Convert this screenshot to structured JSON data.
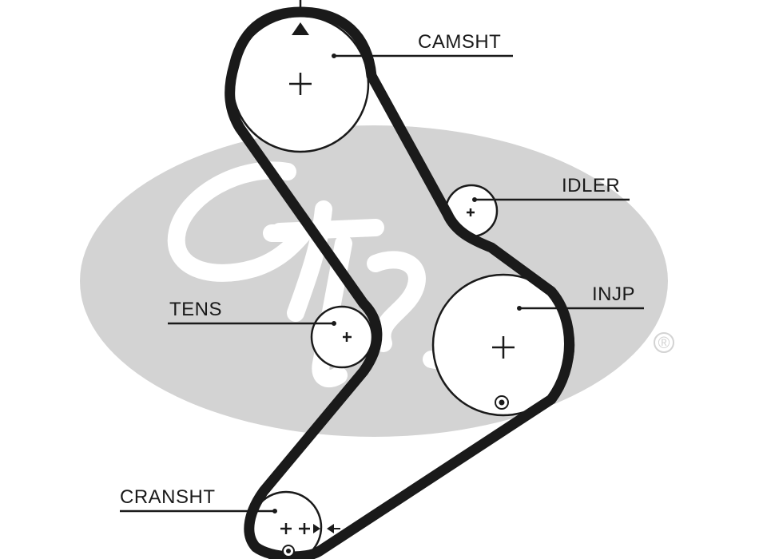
{
  "watermark": {
    "brand": "Gates",
    "registered_mark": "®",
    "color": "#d3d3d3"
  },
  "colors": {
    "belt": "#1a1a1a",
    "line": "#1a1a1a",
    "background": "#ffffff"
  },
  "labels": {
    "camshaft": "CAMSHT",
    "idler": "IDLER",
    "injection_pump": "INJP",
    "tensioner": "TENS",
    "crankshaft": "CRANSHT"
  },
  "markers": {
    "top_timing_mark": "triangle-marker",
    "timing_dot_injp": "timing-dot-icon",
    "timing_dot_crank": "timing-dot-icon"
  }
}
